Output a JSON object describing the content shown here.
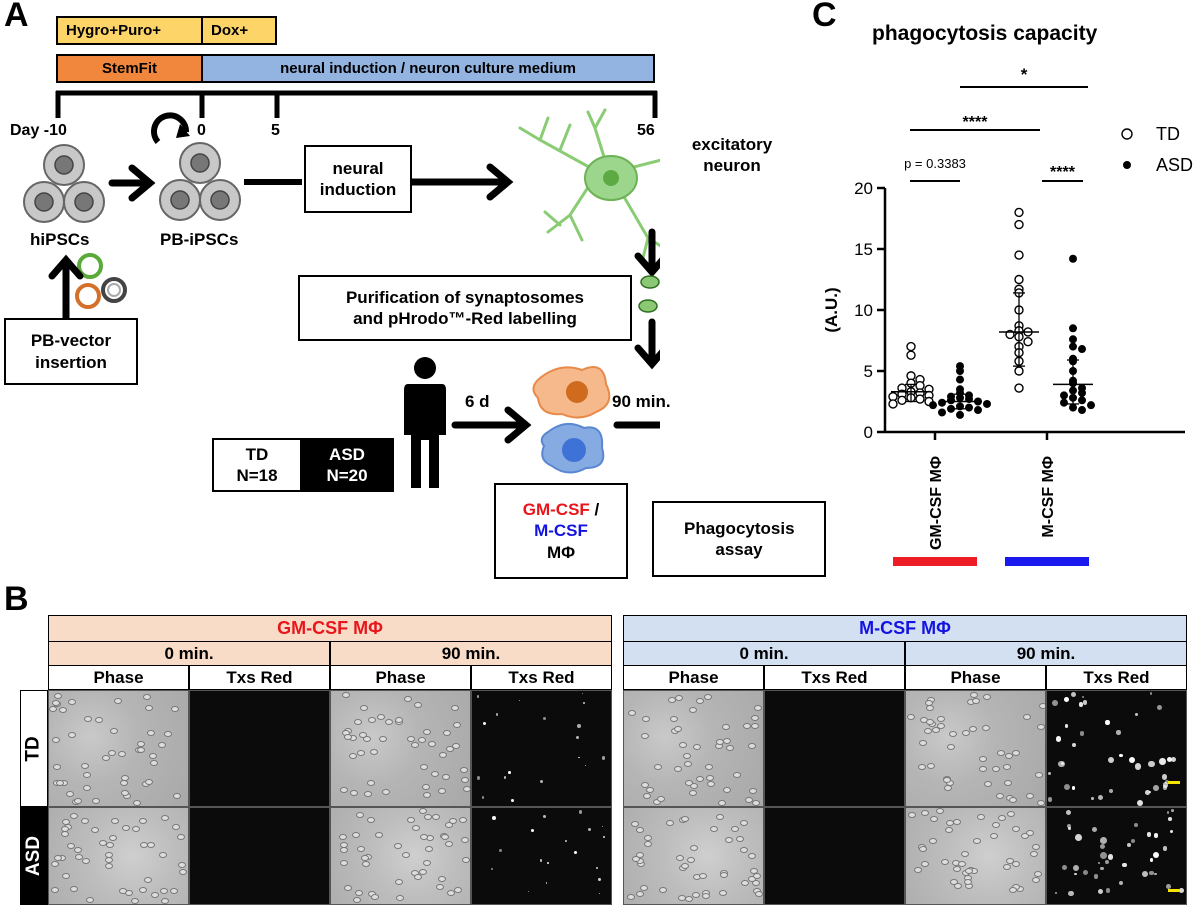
{
  "panel_labels": {
    "a": "A",
    "b": "B",
    "c": "C"
  },
  "panel_a": {
    "bars": {
      "hygro": "Hygro+Puro+",
      "dox": "Dox+",
      "stemfit": "StemFit",
      "medium": "neural induction / neuron culture medium"
    },
    "days": {
      "d_m10": "Day -10",
      "d0": "0",
      "d5": "5",
      "d56": "56"
    },
    "cells": {
      "hipsc": "hiPSCs",
      "pbipsc": "PB-iPSCs",
      "neuron": "excitatory neuron"
    },
    "boxes": {
      "neural_induction": "neural induction",
      "pb_vector": "PB-vector insertion",
      "purification_1": "Purification of synaptosomes",
      "purification_2": "and pHrodo™-Red labelling",
      "phago": "Phagocytosis assay"
    },
    "groups": {
      "td": "TD",
      "td_n": "N=18",
      "asd": "ASD",
      "asd_n": "N=20"
    },
    "times": {
      "six_d": "6 d",
      "ninety": "90 min."
    },
    "mphi": {
      "gm": "GM-CSF",
      "slash": " /",
      "m": "M-CSF",
      "mphi": "MΦ"
    },
    "colors": {
      "yellow": "#FCD468",
      "orange": "#F0873C",
      "blue": "#93B3E1",
      "neuron_green": "#9CD68C",
      "mac_orange": "#F5B98C",
      "mac_blue": "#7EA6E0"
    }
  },
  "panel_b": {
    "gm_title": "GM-CSF MΦ",
    "m_title": "M-CSF MΦ",
    "time0": "0 min.",
    "time90": "90 min.",
    "phase": "Phase",
    "txs": "Txs Red",
    "row_td": "TD",
    "row_asd": "ASD",
    "colors": {
      "gm_header": "#F8DCC8",
      "m_header": "#D3E0F2",
      "gm_text": "#E8151B",
      "m_text": "#1414E0",
      "scale_bar": "#F5E400"
    }
  },
  "chart_data": {
    "type": "scatter",
    "title": "phagocytosis capacity",
    "ylabel": "(A.U.)",
    "ylim": [
      0,
      20
    ],
    "yticks": [
      "0",
      "5",
      "10",
      "15",
      "20"
    ],
    "categories": [
      "GM-CSF MΦ",
      "M-CSF MΦ"
    ],
    "category_colors": [
      "#EE1C24",
      "#1A1AEE"
    ],
    "legend": {
      "td": "TD",
      "asd": "ASD",
      "position": "top-right"
    },
    "series": [
      {
        "name": "TD",
        "group": "GM-CSF MΦ",
        "marker": "open-circle",
        "mean": 3.3,
        "sd_low": 2.5,
        "sd_high": 3.9,
        "values": [
          7.0,
          6.3,
          4.6,
          4.3,
          4.0,
          3.8,
          3.6,
          3.5,
          3.3,
          3.2,
          3.1,
          3.0,
          2.9,
          2.8,
          2.7,
          2.6,
          2.5,
          2.3
        ]
      },
      {
        "name": "ASD",
        "group": "GM-CSF MΦ",
        "marker": "filled-circle",
        "mean": 2.5,
        "sd_low": 1.9,
        "sd_high": 3.1,
        "values": [
          5.4,
          5.0,
          4.3,
          3.5,
          3.2,
          3.0,
          2.9,
          2.8,
          2.7,
          2.6,
          2.5,
          2.4,
          2.3,
          2.2,
          2.1,
          2.0,
          1.9,
          1.8,
          1.6,
          1.4
        ]
      },
      {
        "name": "TD",
        "group": "M-CSF MΦ",
        "marker": "open-circle",
        "mean": 8.2,
        "sd_low": 5.4,
        "sd_high": 11.4,
        "values": [
          18.0,
          17.0,
          14.5,
          12.5,
          11.7,
          11.4,
          10.0,
          8.7,
          8.3,
          8.2,
          8.0,
          7.8,
          7.4,
          7.0,
          6.5,
          5.8,
          5.0,
          3.6
        ]
      },
      {
        "name": "ASD",
        "group": "M-CSF MΦ",
        "marker": "filled-circle",
        "mean": 3.9,
        "sd_low": 2.3,
        "sd_high": 5.9,
        "values": [
          14.2,
          8.5,
          7.6,
          7.0,
          6.8,
          6.0,
          5.8,
          5.0,
          4.2,
          4.0,
          3.6,
          3.4,
          3.2,
          3.0,
          2.8,
          2.6,
          2.4,
          2.2,
          2.0,
          1.8
        ]
      }
    ],
    "annotations": [
      {
        "text": "p = 0.3383",
        "between": [
          "GM-CSF TD",
          "GM-CSF ASD"
        ]
      },
      {
        "text": "****",
        "between": [
          "M-CSF TD",
          "M-CSF ASD"
        ]
      },
      {
        "text": "****",
        "between": [
          "GM-CSF TD",
          "M-CSF TD"
        ]
      },
      {
        "text": "*",
        "between": [
          "GM-CSF ASD",
          "M-CSF ASD"
        ]
      }
    ]
  }
}
